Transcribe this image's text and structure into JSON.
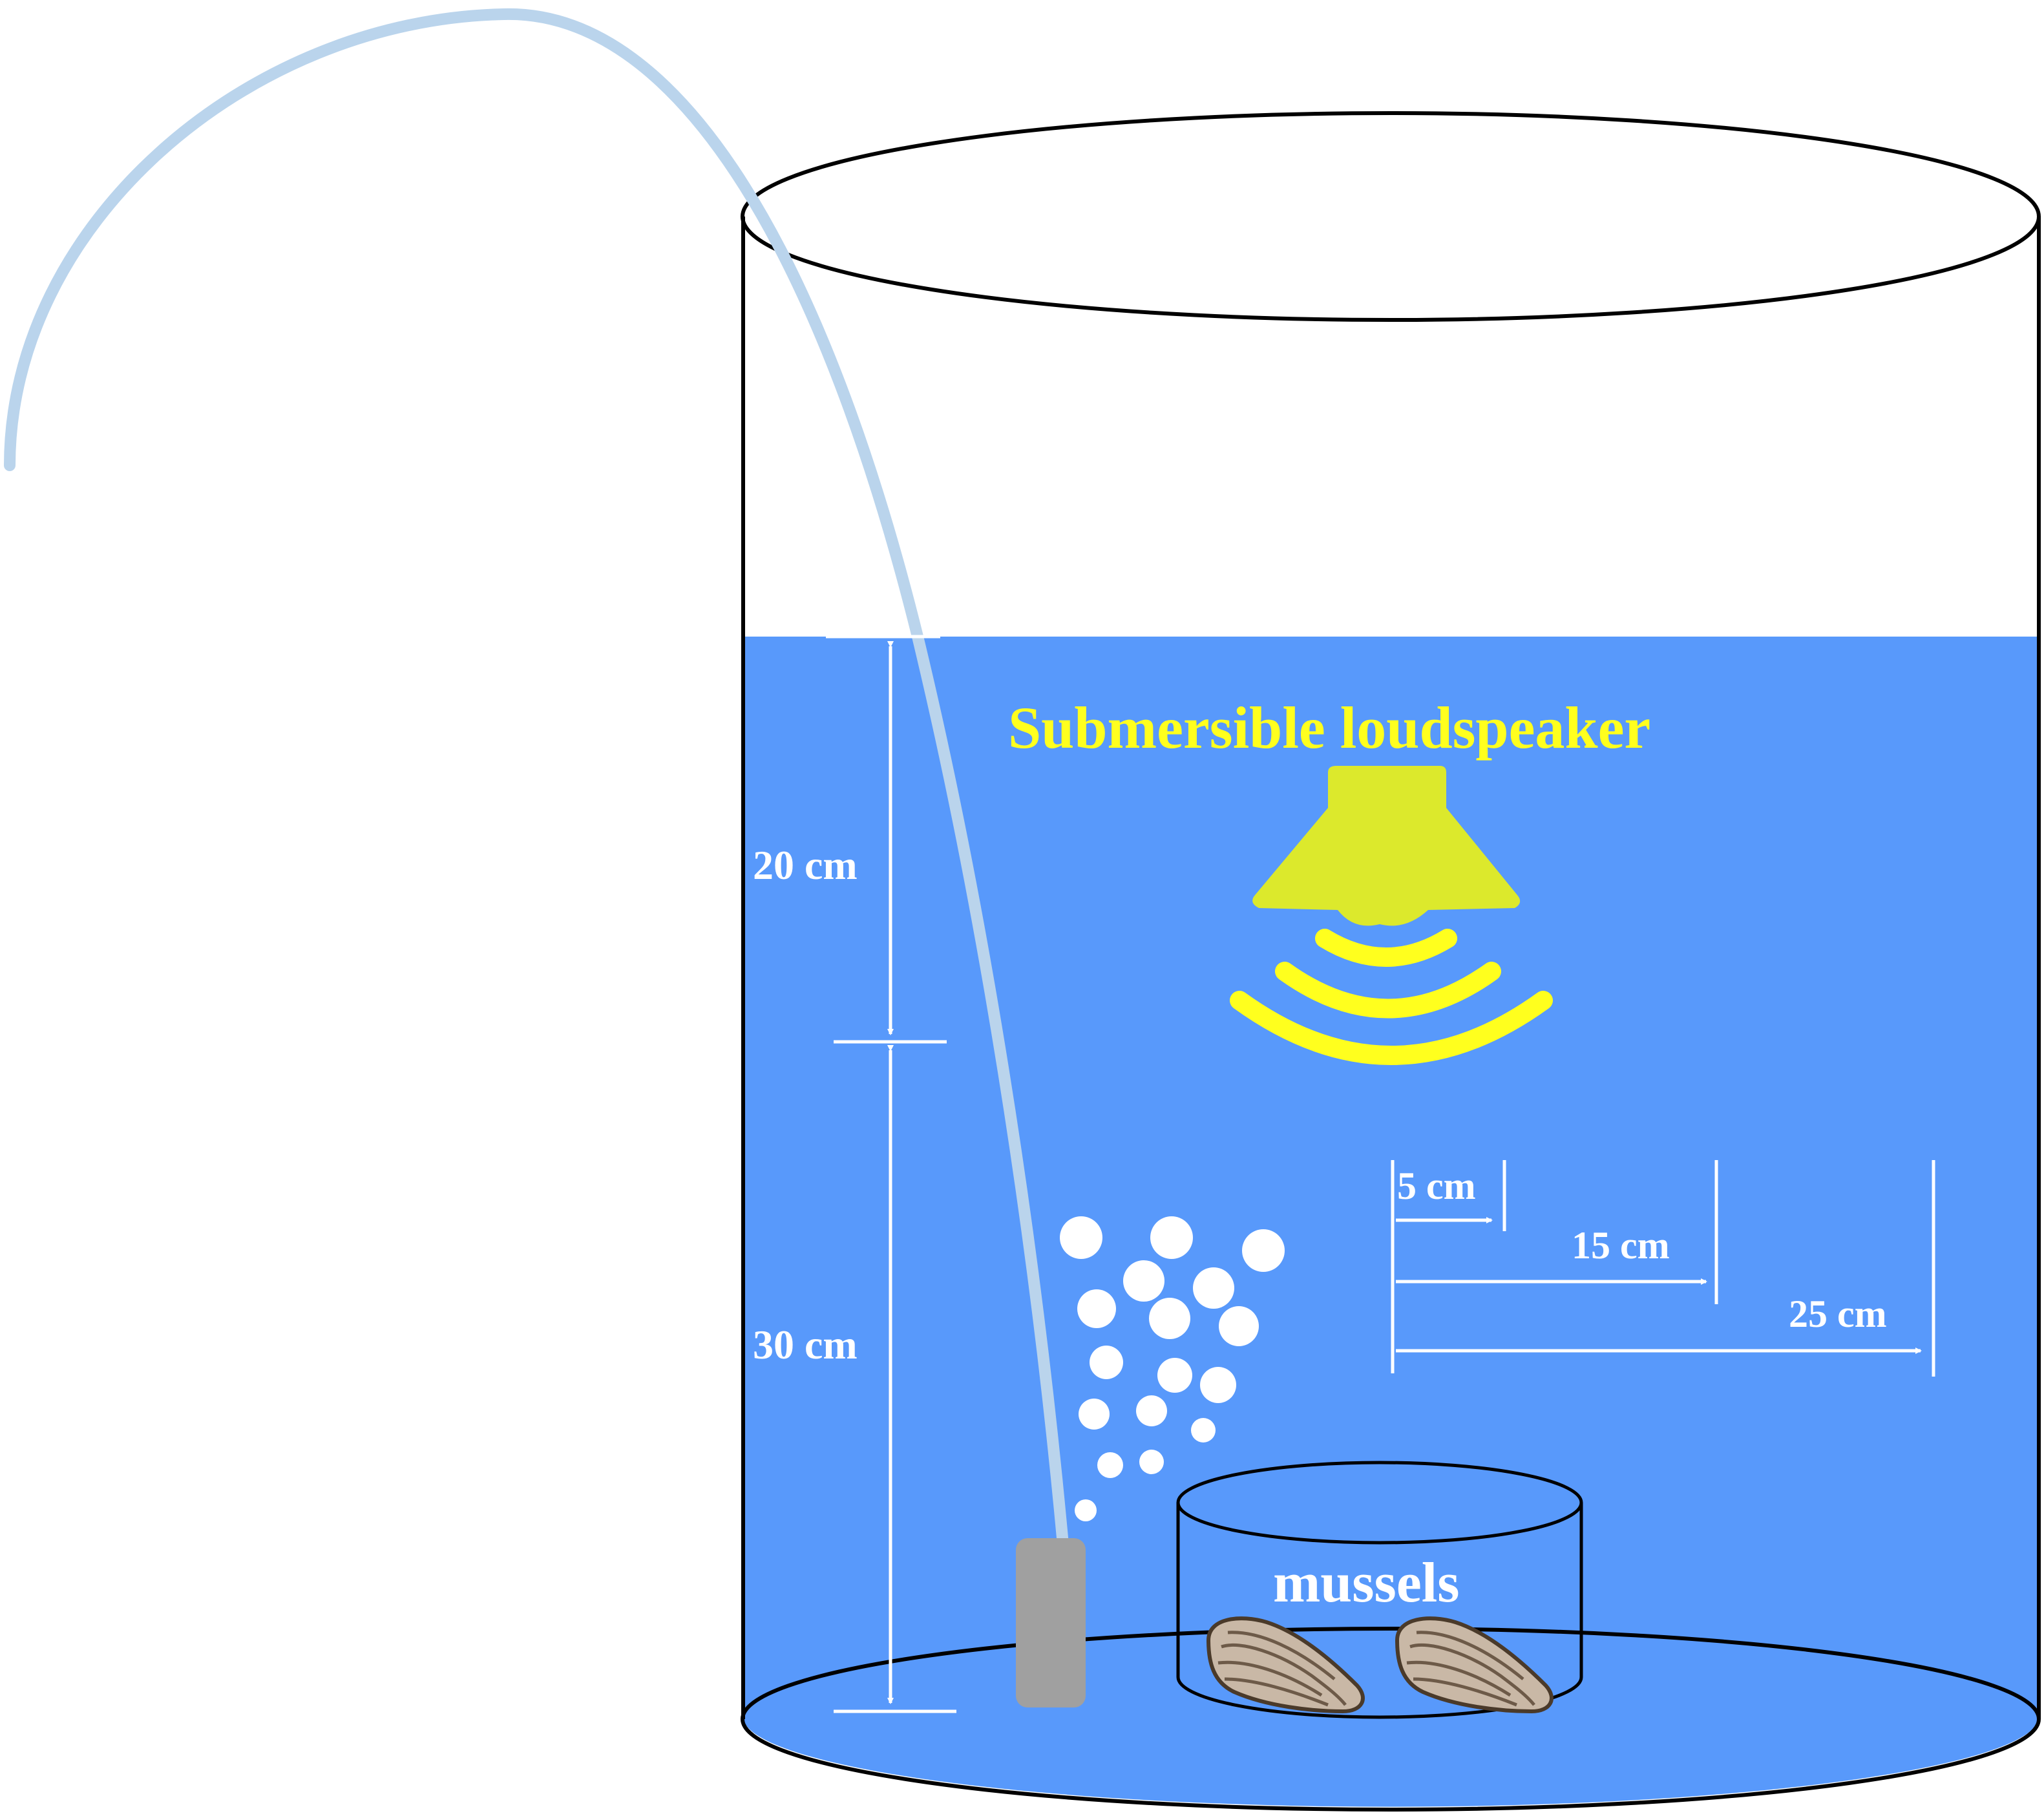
{
  "labels": {
    "speaker": "Submersible loudspeaker",
    "mussels": "mussels",
    "depth_upper": "20 cm",
    "depth_lower": "30 cm",
    "dist_near": "5 cm",
    "dist_mid": "15 cm",
    "dist_far": "25 cm"
  },
  "colors": {
    "water": "#5899fb",
    "tube": "#bad4ec",
    "speaker": "#dce92c",
    "waves": "#ffff1e",
    "air_stone": "#a0a0a0",
    "mussel_shell": "#c9b8a6",
    "outline": "#000000",
    "annotation": "#ffffff"
  }
}
